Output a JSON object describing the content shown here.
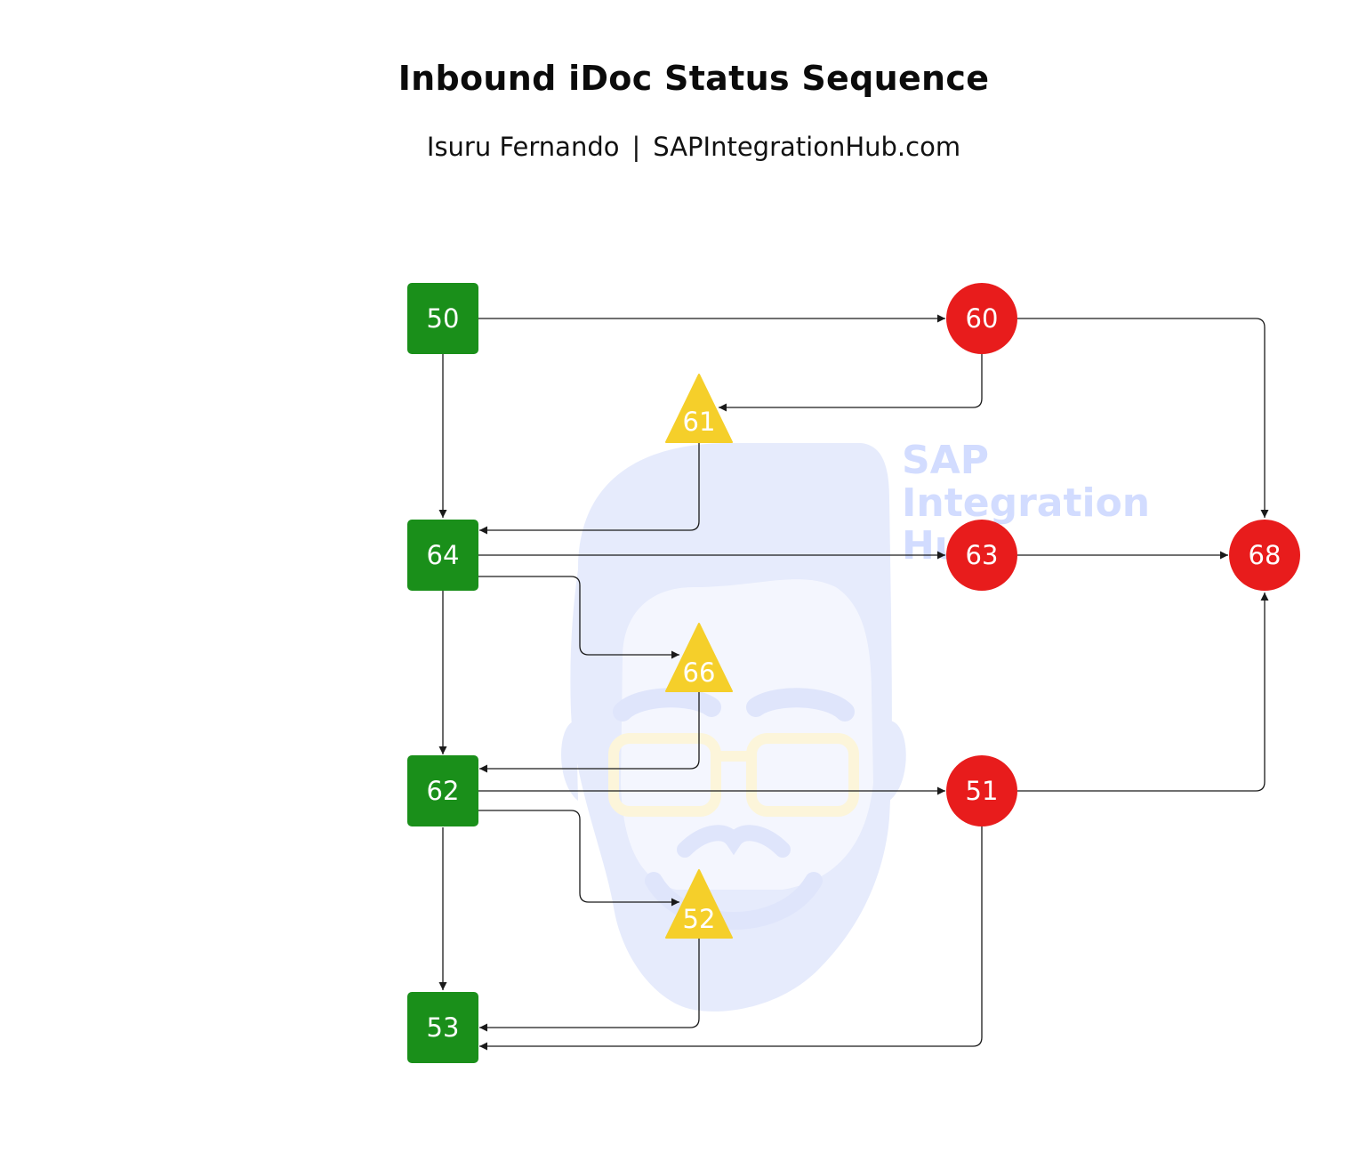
{
  "title": "Inbound iDoc Status Sequence",
  "subtitle": {
    "author": "Isuru Fernando",
    "separator": "|",
    "site": "SAPIntegrationHub.com"
  },
  "watermark": {
    "line1": "SAP",
    "line2": "Integration",
    "line3": "Hub"
  },
  "colors": {
    "success": "#1a8f1a",
    "error": "#e81c1c",
    "warning": "#f5cf2a",
    "watermark": "#e6ebfc"
  },
  "nodes": {
    "n50": {
      "label": "50",
      "status": "success",
      "shape": "square"
    },
    "n64": {
      "label": "64",
      "status": "success",
      "shape": "square"
    },
    "n62": {
      "label": "62",
      "status": "success",
      "shape": "square"
    },
    "n53": {
      "label": "53",
      "status": "success",
      "shape": "square"
    },
    "n60": {
      "label": "60",
      "status": "error",
      "shape": "circle"
    },
    "n63": {
      "label": "63",
      "status": "error",
      "shape": "circle"
    },
    "n68": {
      "label": "68",
      "status": "error",
      "shape": "circle"
    },
    "n51": {
      "label": "51",
      "status": "error",
      "shape": "circle"
    },
    "n61": {
      "label": "61",
      "status": "warning",
      "shape": "triangle"
    },
    "n66": {
      "label": "66",
      "status": "warning",
      "shape": "triangle"
    },
    "n52": {
      "label": "52",
      "status": "warning",
      "shape": "triangle"
    }
  },
  "edges": [
    {
      "from": "50",
      "to": "60"
    },
    {
      "from": "50",
      "to": "64"
    },
    {
      "from": "60",
      "to": "61"
    },
    {
      "from": "60",
      "to": "68"
    },
    {
      "from": "61",
      "to": "64"
    },
    {
      "from": "64",
      "to": "63"
    },
    {
      "from": "64",
      "to": "66"
    },
    {
      "from": "64",
      "to": "62"
    },
    {
      "from": "63",
      "to": "68"
    },
    {
      "from": "66",
      "to": "62"
    },
    {
      "from": "62",
      "to": "51"
    },
    {
      "from": "62",
      "to": "52"
    },
    {
      "from": "62",
      "to": "53"
    },
    {
      "from": "51",
      "to": "68"
    },
    {
      "from": "51",
      "to": "53"
    },
    {
      "from": "52",
      "to": "53"
    }
  ]
}
